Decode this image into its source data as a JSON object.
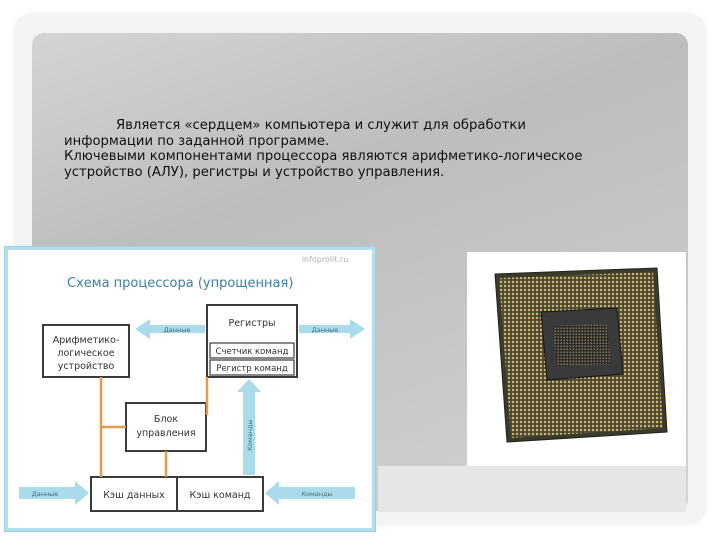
{
  "text": {
    "line1": "Является «сердцем» компьютера и служит для обработки",
    "line2": "информации по заданной программе.",
    "line3": "Ключевыми компонентами процессора являются арифметико-логическое",
    "line4": "устройство (АЛУ), регистры и устройство управления."
  },
  "diagram": {
    "watermark": "infoprolit.ru",
    "title": "Схема процессора (упрощенная)",
    "alu": [
      "Арифметико-",
      "логическое",
      "устройство"
    ],
    "registers": "Регистры",
    "counter": "Счетчик команд",
    "command_register": "Регистр команд",
    "control": [
      "Блок",
      "управления"
    ],
    "data_cache": "Кэш данных",
    "command_cache": "Кэш команд",
    "arrow_data_left_top": "Данные",
    "arrow_data_right_top": "Данные",
    "arrow_data_bottom": "Данные",
    "arrow_commands_bottom": "Команды",
    "arrow_commands_vertical": "Команды"
  },
  "colors": {
    "box_border": "#3a3a3a",
    "title_text": "#3d7fa6",
    "arrow_blue": "#a9dbea",
    "arrow_orange": "#e39b4f",
    "frame_border": "#aee0ef"
  }
}
